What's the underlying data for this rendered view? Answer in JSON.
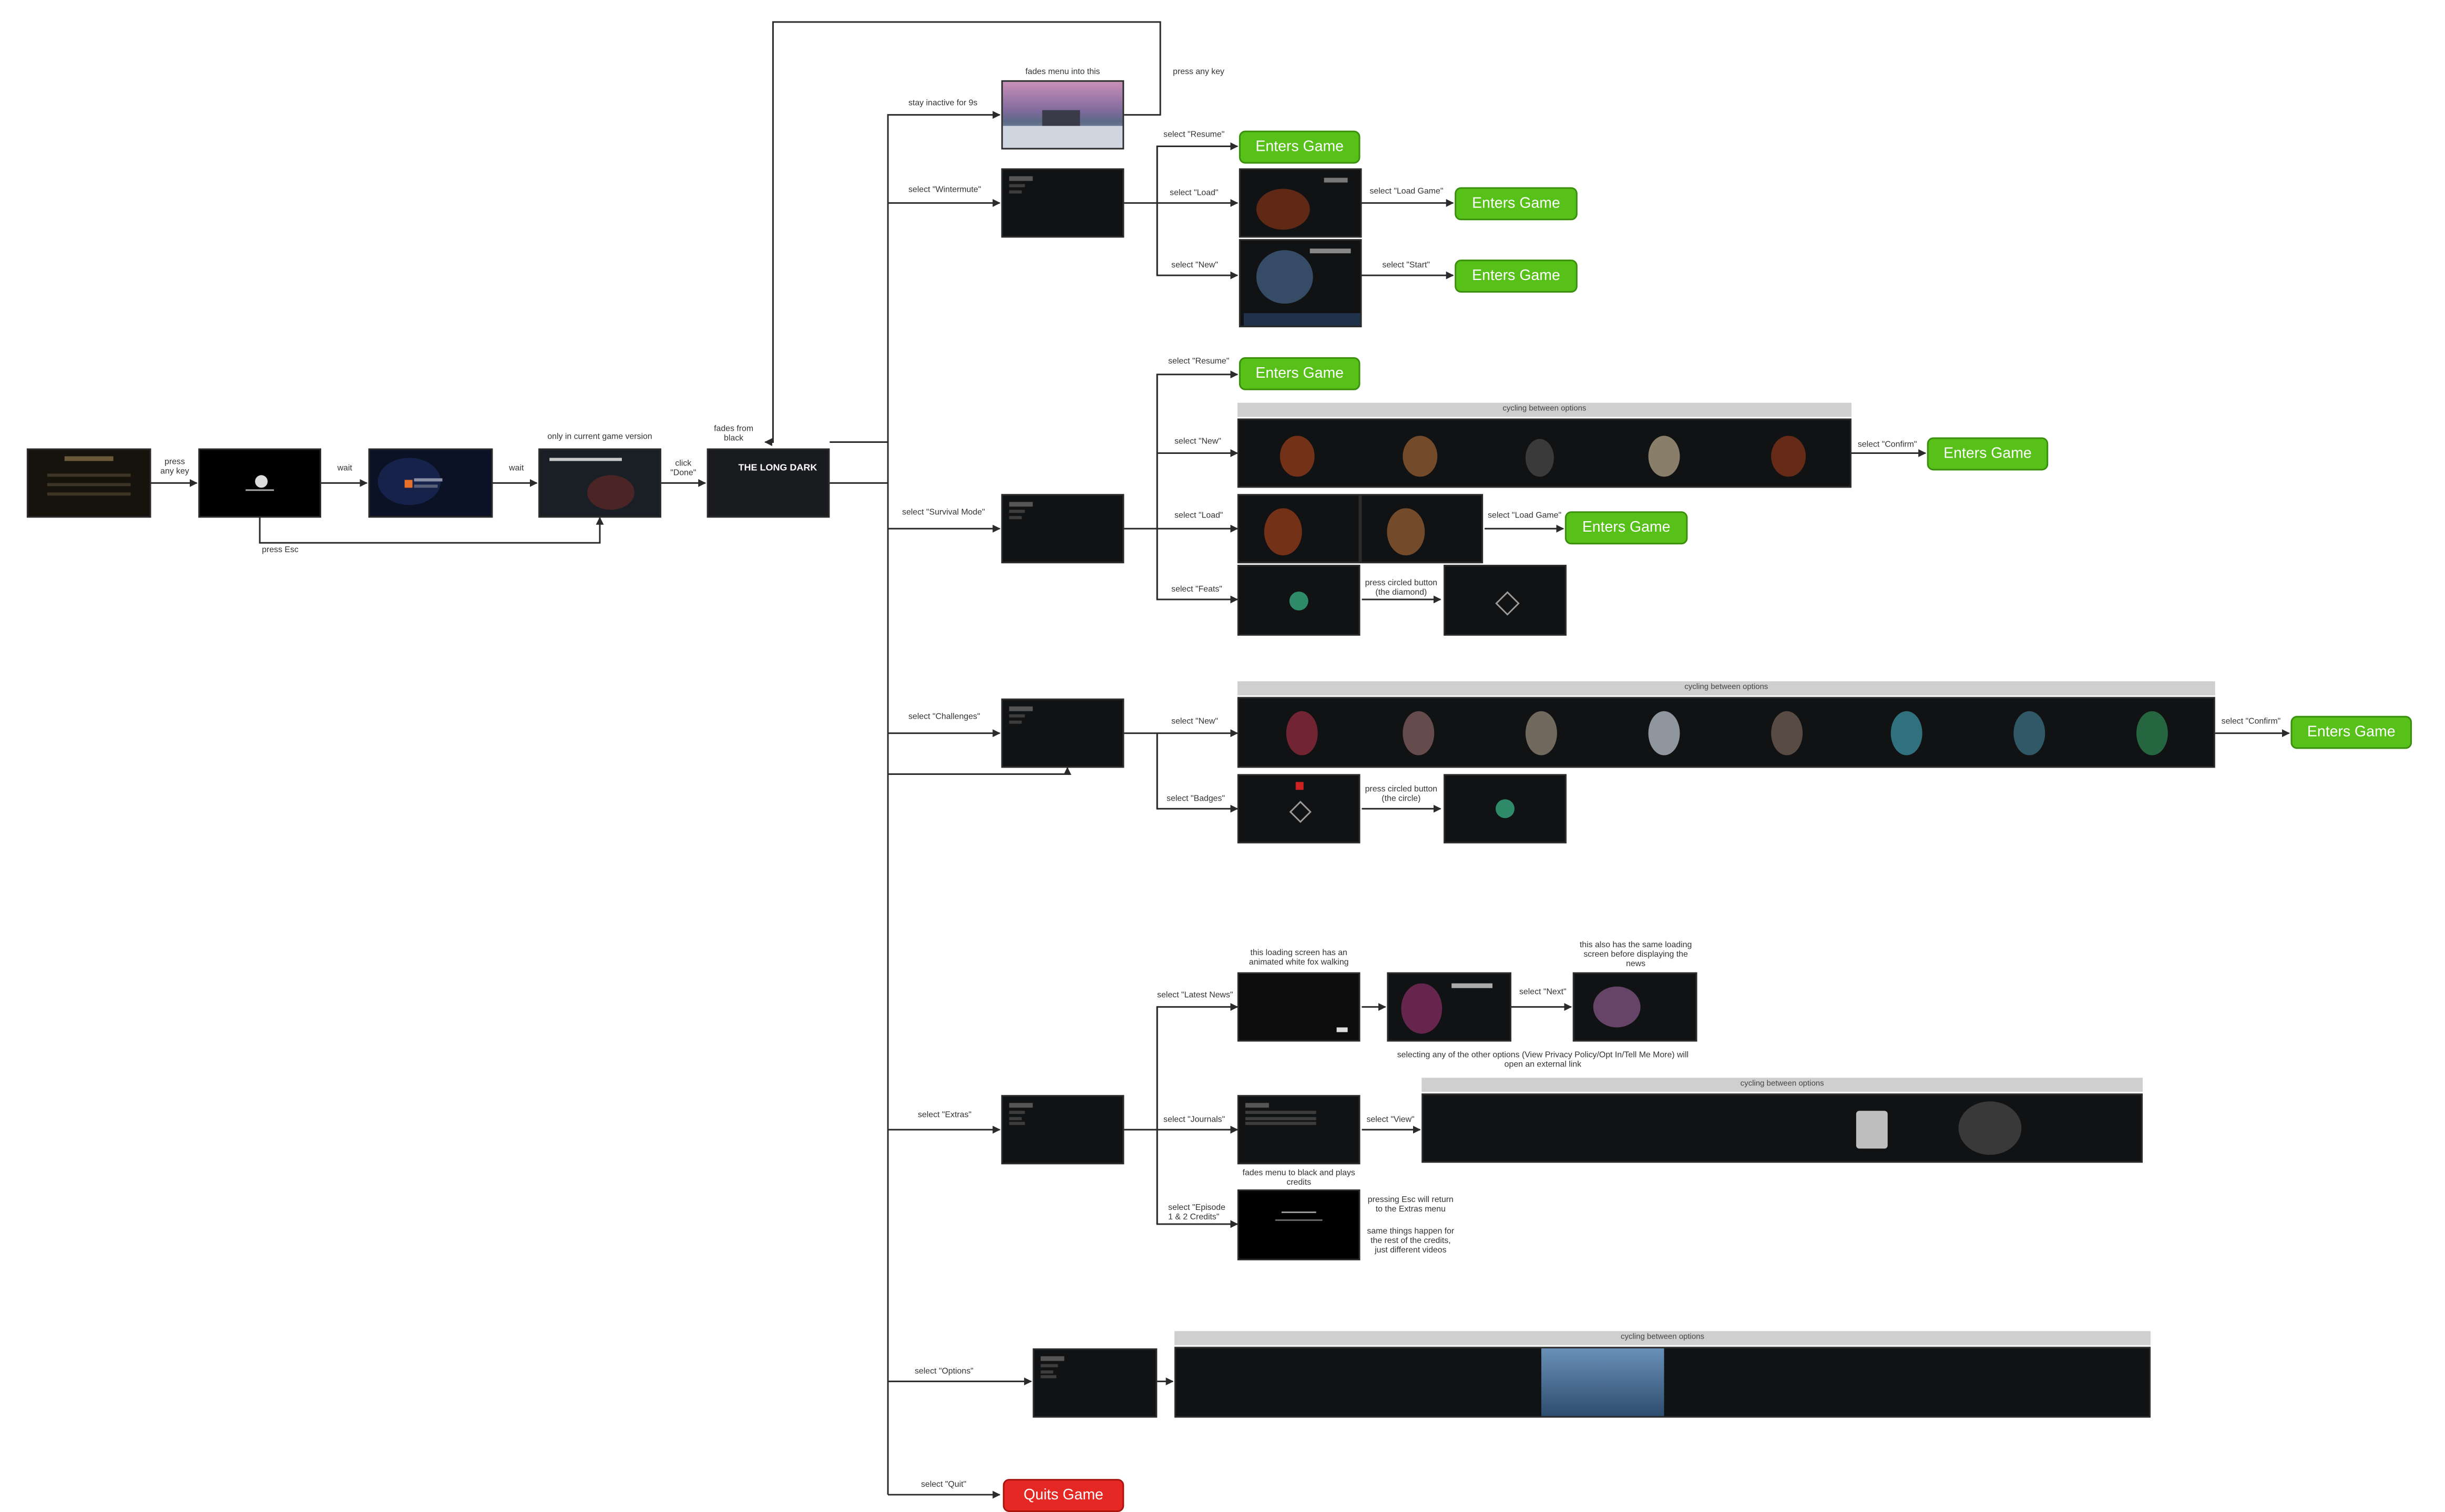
{
  "result_labels": {
    "enters_game": "Enters Game",
    "quits_game": "Quits Game"
  },
  "splash": {
    "press_any_key": "press\nany key",
    "wait_1": "wait",
    "wait_2": "wait",
    "press_esc": "press Esc",
    "only_current_version": "only in current game version",
    "click_done": "click\n\"Done\"",
    "fades_from_black": "fades from\nblack",
    "title_logo": "THE LONG DARK"
  },
  "idle": {
    "stay_inactive": "stay inactive for 9s",
    "fades_menu_into_this": "fades menu into this",
    "press_any_key": "press any key"
  },
  "wintermute": {
    "select": "select \"Wintermute\"",
    "resume": "select \"Resume\"",
    "load": "select \"Load\"",
    "new": "select \"New\"",
    "load_game": "select \"Load Game\"",
    "start": "select \"Start\""
  },
  "survival": {
    "select": "select \"Survival Mode\"",
    "resume": "select \"Resume\"",
    "new": "select \"New\"",
    "cycling": "cycling between options",
    "confirm": "select \"Confirm\"",
    "load": "select \"Load\"",
    "load_game": "select \"Load Game\"",
    "feats": "select \"Feats\"",
    "press_circled": "press circled button\n(the diamond)"
  },
  "challenges": {
    "select": "select \"Challenges\"",
    "new": "select \"New\"",
    "cycling": "cycling between options",
    "confirm": "select \"Confirm\"",
    "badges": "select \"Badges\"",
    "press_circled": "press circled button\n(the circle)"
  },
  "extras": {
    "select": "select \"Extras\"",
    "latest_news": "select \"Latest News\"",
    "loading_note": "this loading screen has an\nanimated white fox walking",
    "next": "select \"Next\"",
    "same_loading": "this also has the same loading\nscreen before displaying the\nnews",
    "other_options": "selecting any of the other options (View Privacy Policy/Opt In/Tell Me More) will\nopen an external link",
    "journals": "select \"Journals\"",
    "view": "select \"View\"",
    "cycling": "cycling between options",
    "credits_fade": "fades menu to black and plays\ncredits",
    "credits": "select \"Episode\n1 & 2 Credits\"",
    "esc_return": "pressing Esc will return\nto the Extras menu",
    "same_things": "same things happen for\nthe rest of the credits,\njust different videos"
  },
  "options": {
    "select": "select \"Options\"",
    "cycling": "cycling between options"
  },
  "quit": {
    "select": "select \"Quit\""
  },
  "colors": {
    "enters_game": "#57c11a",
    "quits_game": "#e52824",
    "screenshot_bg": "#111214",
    "cycling_band": "#cfcfcf",
    "connector": "#2b2b2b"
  }
}
